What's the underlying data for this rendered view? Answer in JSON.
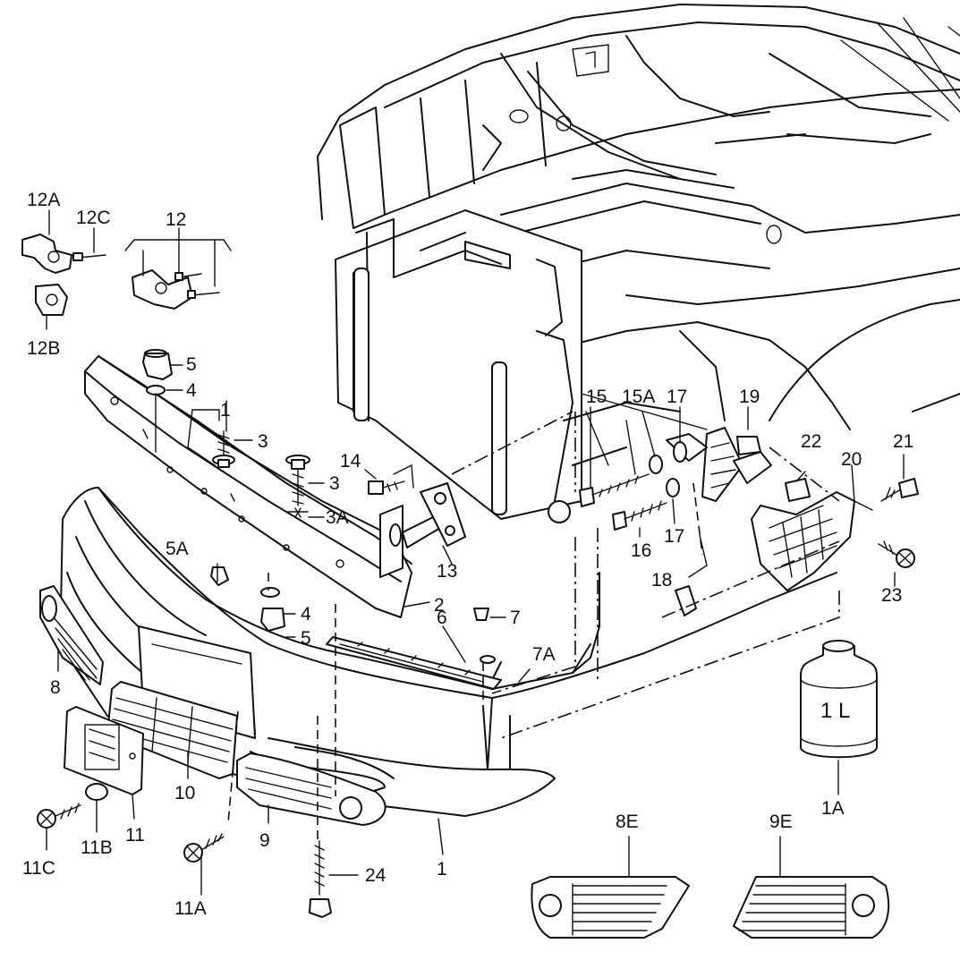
{
  "labels": {
    "l12A": "12A",
    "l12C": "12C",
    "l12": "12",
    "l12B": "12B",
    "l5a": "5",
    "l4a": "4",
    "l1a": "1",
    "l3a": "3",
    "l3b": "3",
    "l3A": "3A",
    "l14": "14",
    "l13": "13",
    "l2": "2",
    "l5A": "5A",
    "l4b": "4",
    "l5b": "5",
    "l6": "6",
    "l7": "7",
    "l7A": "7A",
    "l8": "8",
    "l10": "10",
    "l11": "11",
    "l11B": "11B",
    "l11C": "11C",
    "l11A": "11A",
    "l9": "9",
    "l24": "24",
    "l1b": "1",
    "l15": "15",
    "l15A": "15A",
    "l17a": "17",
    "l17b": "17",
    "l16": "16",
    "l18": "18",
    "l19": "19",
    "l22": "22",
    "l20": "20",
    "l21": "21",
    "l23": "23",
    "l1A": "1A",
    "l8E": "8E",
    "l9E": "9E",
    "bottle": "1 L"
  }
}
